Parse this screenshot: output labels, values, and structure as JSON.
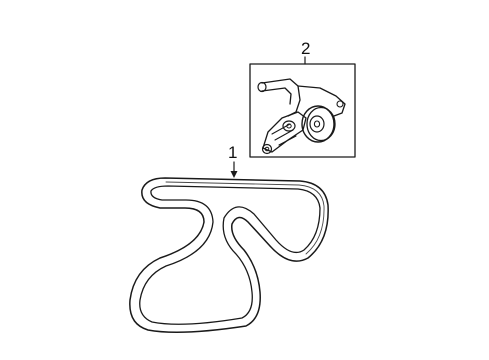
{
  "callouts": [
    {
      "label": "1",
      "part": "serpentine-belt"
    },
    {
      "label": "2",
      "part": "belt-tensioner-assembly"
    }
  ],
  "colors": {
    "line": "#1a1a1a",
    "background": "#ffffff"
  }
}
